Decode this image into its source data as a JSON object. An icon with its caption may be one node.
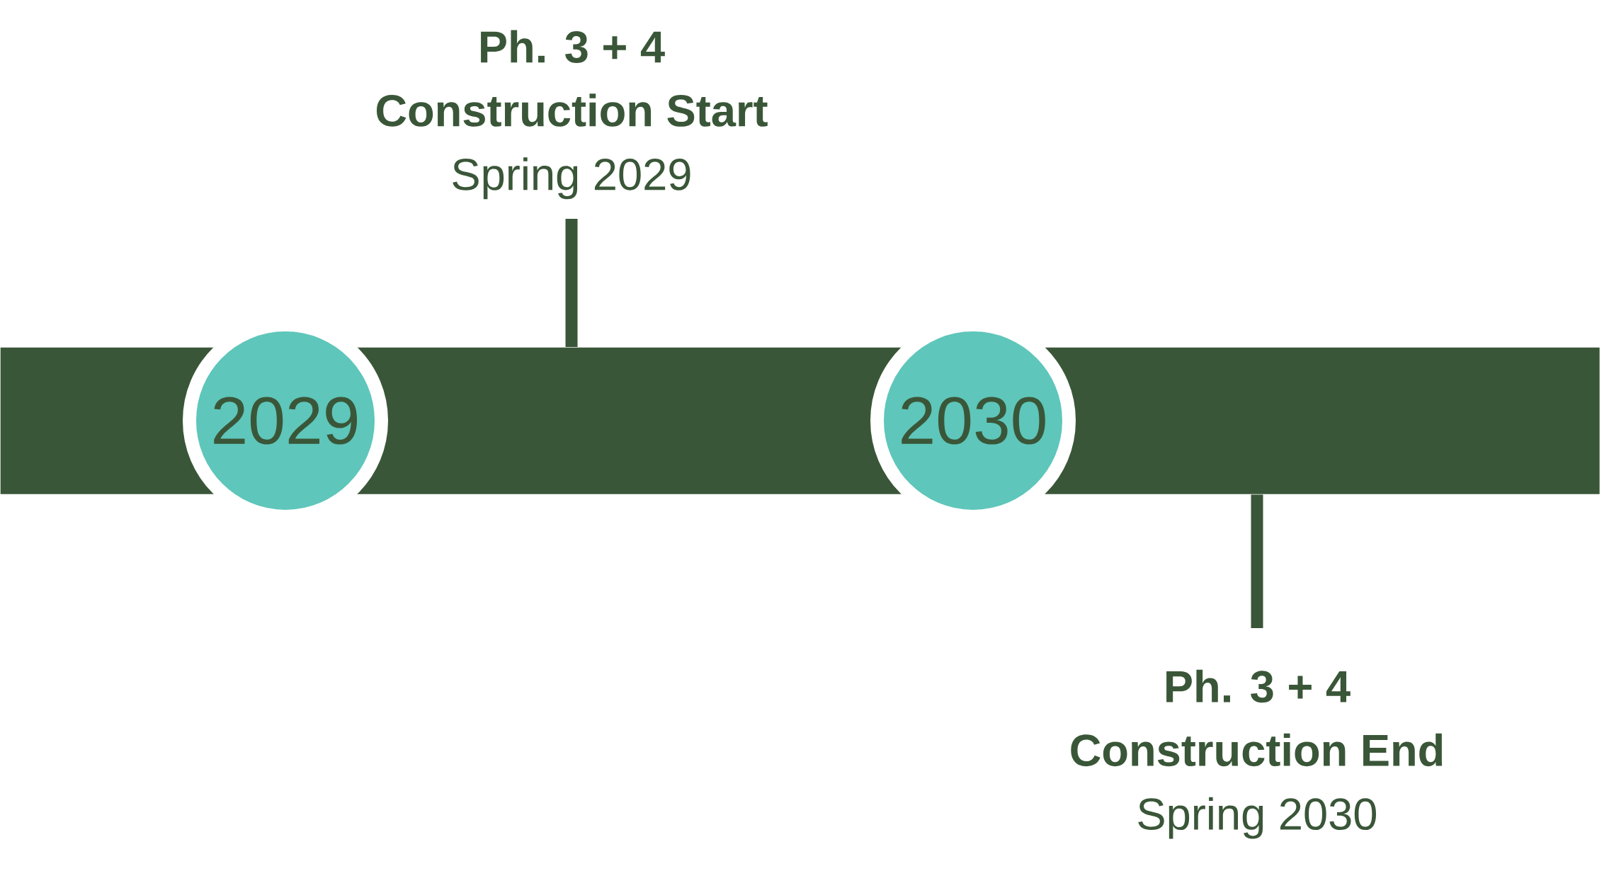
{
  "diagram": {
    "nodes": [
      {
        "text": [
          "Ph. 3 + 4",
          "Construction Start",
          "Spring 2029"
        ]
      },
      {
        "text": [],
        "shape": "bar"
      },
      {
        "text": [
          "2029"
        ]
      },
      {
        "text": [
          "2030"
        ]
      },
      {
        "text": [
          "Ph. 3 + 4",
          "Construction End",
          "Spring 2030"
        ]
      }
    ],
    "edges": [
      {
        "from": 0,
        "to": 1,
        "arrow": "none"
      },
      {
        "from": 4,
        "to": 1,
        "arrow": "none"
      }
    ]
  }
}
